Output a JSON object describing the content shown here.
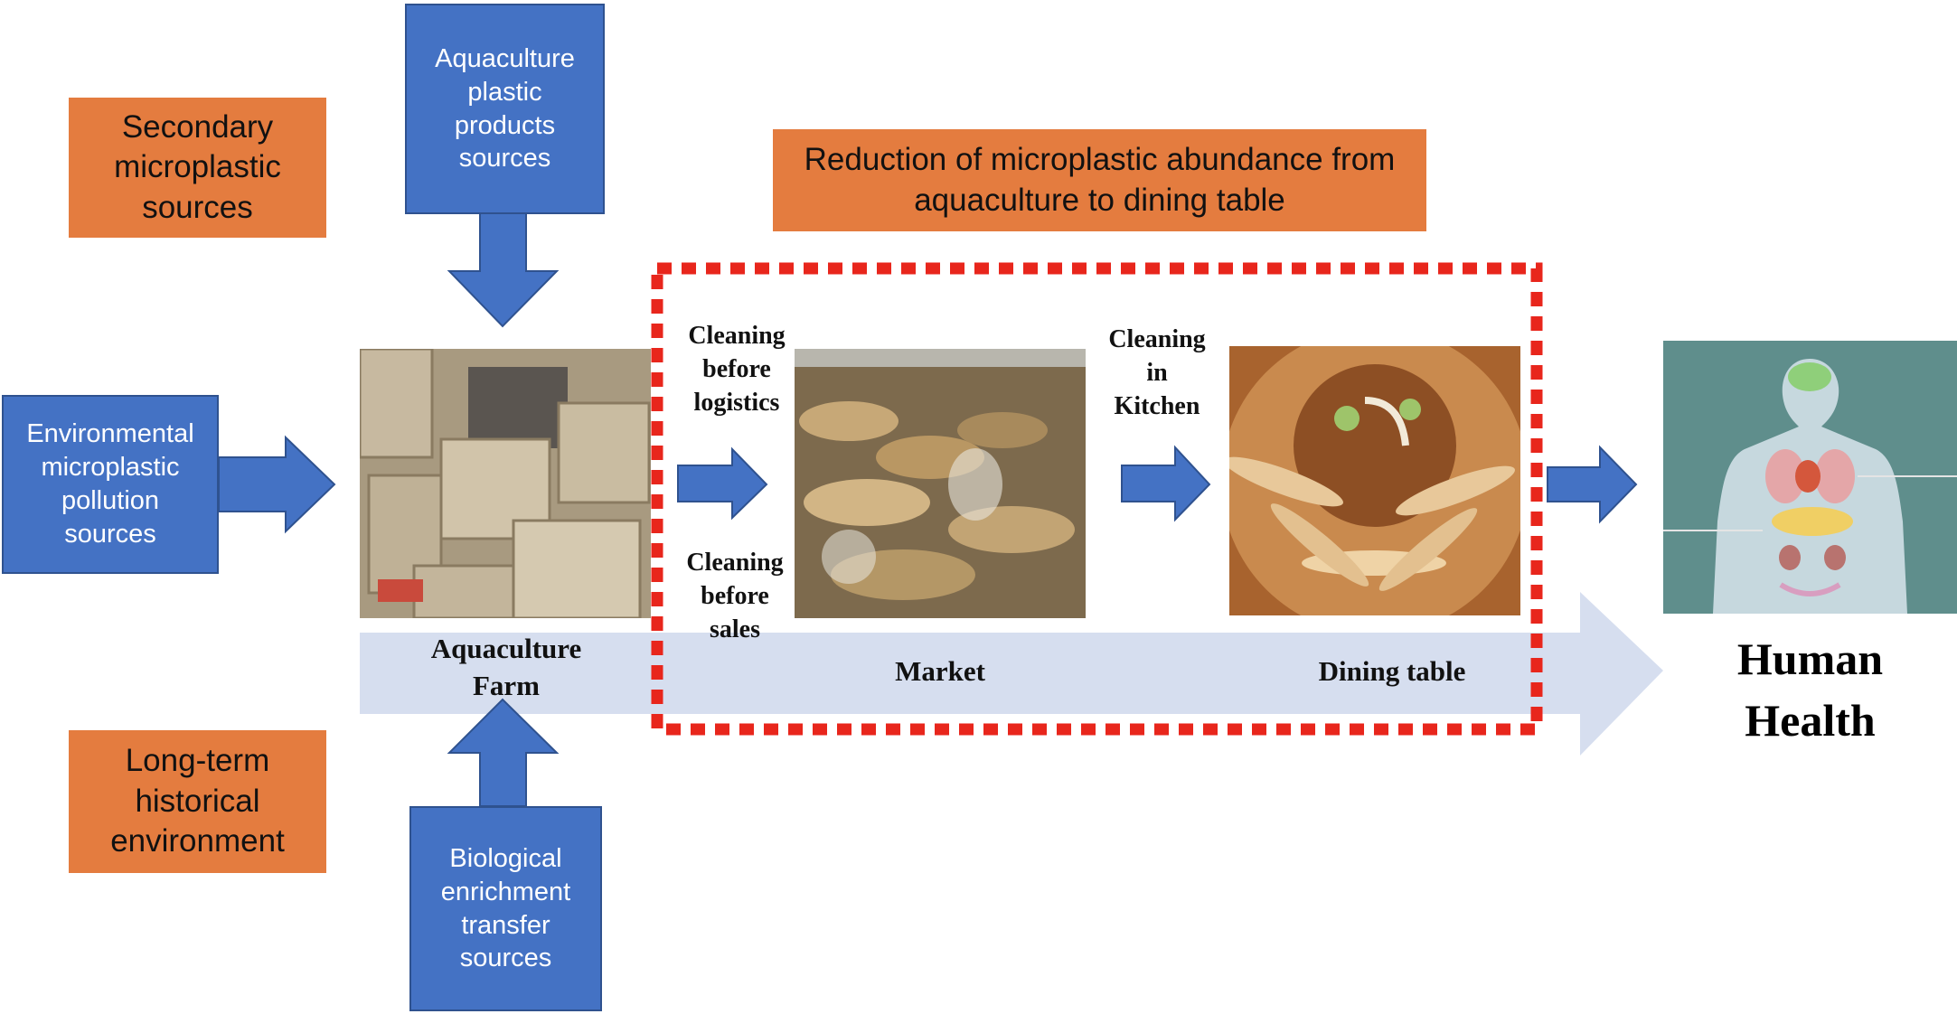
{
  "colors": {
    "source_box": "#4472C4",
    "category_box": "#E47C3F",
    "arrow": "#4472C4",
    "flow_band": "#D6DEEF",
    "dashed_frame": "#E8261C"
  },
  "categories": {
    "secondary": "Secondary\nmicroplastic\nsources",
    "long_term": "Long-term\nhistorical\nenvironment",
    "reduction": "Reduction of microplastic abundance from\naquaculture to dining table"
  },
  "sources": {
    "aquaculture_plastic": "Aquaculture\nplastic\nproducts\nsources",
    "environmental": "Environmental\nmicroplastic\npollution\nsources",
    "biological": "Biological\nenrichment\ntransfer\nsources"
  },
  "steps": {
    "cleaning_logistics": "Cleaning\nbefore\nlogistics",
    "cleaning_sales": "Cleaning\nbefore\nsales",
    "cleaning_kitchen": "Cleaning\nin\nKitchen"
  },
  "stages": {
    "farm": "Aquaculture\nFarm",
    "market": "Market",
    "dining": "Dining table",
    "health": "Human\nHealth"
  }
}
